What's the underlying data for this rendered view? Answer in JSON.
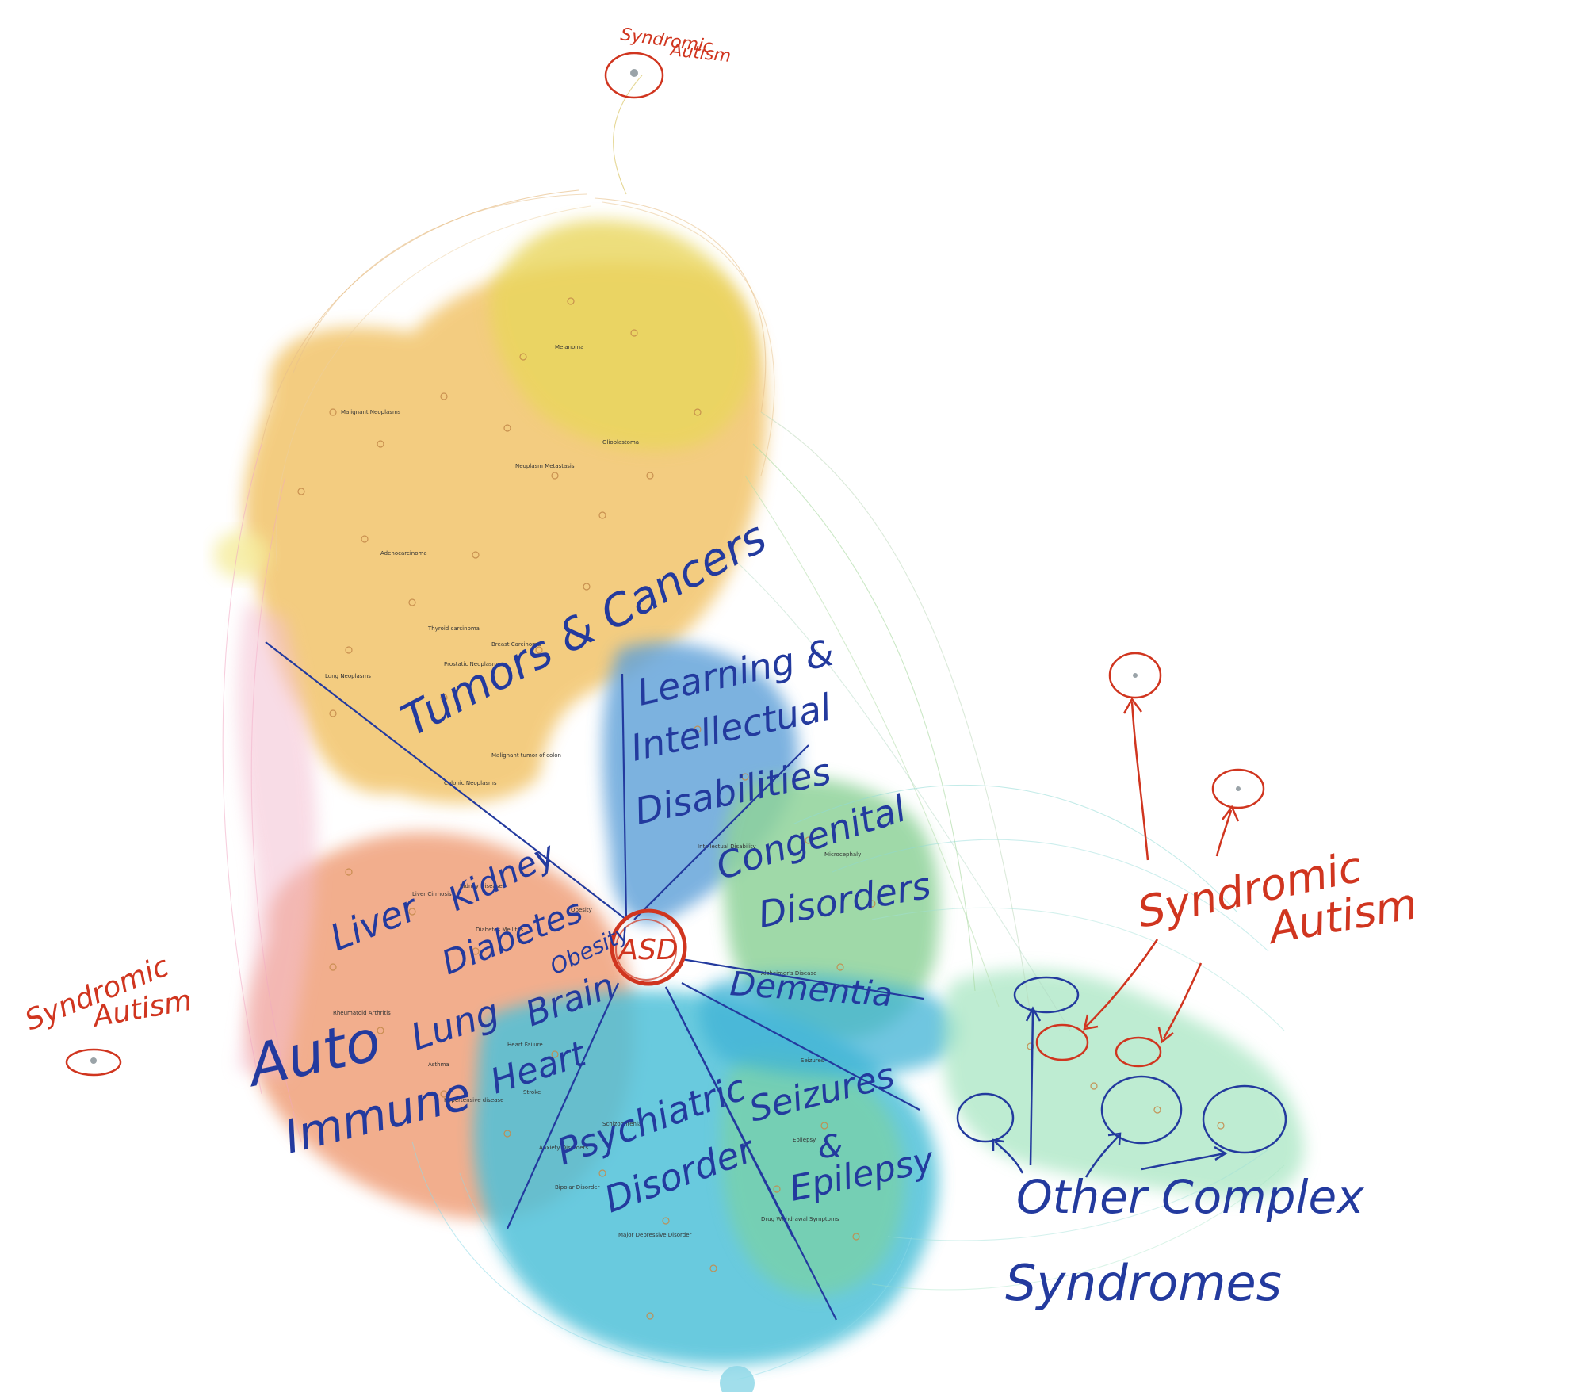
{
  "diagram": {
    "hub_label": "ASD",
    "category_labels": {
      "tumors": "Tumors & Cancers",
      "learning_1": "Learning &",
      "learning_2": "Intellectual",
      "learning_3": "Disabilities",
      "congenital_1": "Congenital",
      "congenital_2": "Disorders",
      "dementia": "Dementia",
      "seizures_1": "Seizures",
      "seizures_2": "&",
      "seizures_3": "Epilepsy",
      "psychiatric_1": "Psychiatric",
      "psychiatric_2": "Disorder",
      "liver": "Liver",
      "kidney": "Kidney",
      "diabetes": "Diabetes",
      "obesity": "Obesity",
      "lung": "Lung",
      "brain": "Brain",
      "heart": "Heart",
      "auto": "Auto",
      "immune": "Immune",
      "other_1": "Other Complex",
      "other_2": "Syndromes"
    },
    "annotations": {
      "syndromic_autism_top_1": "Syndromic",
      "syndromic_autism_top_2": "Autism",
      "syndromic_autism_left_1": "Syndromic",
      "syndromic_autism_left_2": "Autism",
      "syndromic_autism_right_1": "Syndromic",
      "syndromic_autism_right_2": "Autism"
    },
    "node_labels": [
      "Malignant Neoplasms",
      "Breast Carcinoma",
      "Lung Neoplasms",
      "Thyroid carcinoma",
      "Colonic Neoplasms",
      "Prostatic Neoplasms",
      "Malignant tumor of colon",
      "Neoplasm Metastasis",
      "Melanoma",
      "Glioblastoma",
      "Adenocarcinoma",
      "Liver Cirrhosis",
      "Diabetes Mellitus",
      "Rheumatoid Arthritis",
      "Heart Failure",
      "Stroke",
      "Asthma",
      "Schizophrenia",
      "Bipolar Disorder",
      "Major Depressive Disorder",
      "Epilepsy",
      "Seizures",
      "Intellectual Disability",
      "Alzheimer's Disease",
      "Microcephaly",
      "Obesity",
      "Kidney Diseases",
      "Hypertensive disease",
      "Anxiety Disorders",
      "Drug Withdrawal Symptoms"
    ],
    "colors": {
      "tumors": "#f2c46b",
      "tumors_top": "#e9d65c",
      "autoimmune": "#f0a07a",
      "learning": "#5c9fd8",
      "congenital": "#8fd39a",
      "psychiatric": "#4fc1d9",
      "other": "#7fd9b0",
      "pink_edges": "#f1a7c3",
      "hub_circle": "#d0351f",
      "annotation_blue": "#233a9e",
      "annotation_red": "#d0351f"
    }
  }
}
